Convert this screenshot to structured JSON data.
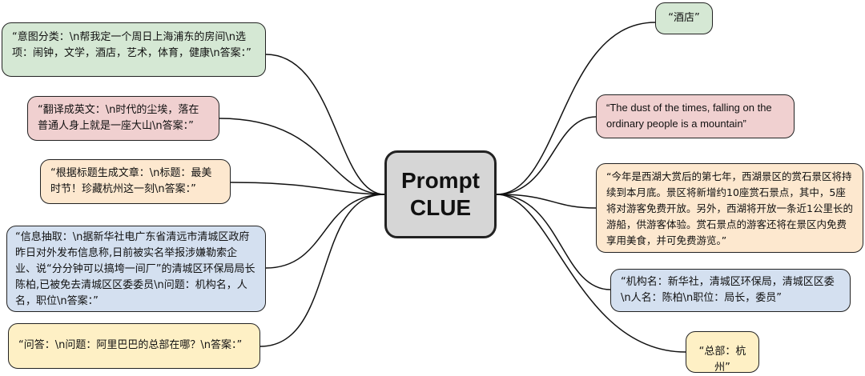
{
  "center": {
    "line1": "Prompt",
    "line2": "CLUE"
  },
  "prompts": [
    {
      "text": "“意图分类：\\n帮我定一个周日上海浦东的房间\\n选项：闹钟，文学，酒店，艺术，体育，健康\\n答案：”",
      "color": "#d5e8d4"
    },
    {
      "text": "“翻译成英文：\\n时代的尘埃，落在普通人身上就是一座大山\\n答案：”",
      "color": "#f0d0d0"
    },
    {
      "text": "“根据标题生成文章：\\n标题：最美时节！珍藏杭州这一刻\\n答案：”",
      "color": "#fde8cf"
    },
    {
      "text": "“信息抽取：\\n据新华社电广东省清远市清城区政府昨日对外发布信息称,日前被实名举报涉嫌勒索企业、说“分分钟可以搞垮一间厂”的清城区环保局局长陈柏,已被免去清城区区委委员\\n问题：机构名，人名，职位\\n答案：”",
      "color": "#d4e0f0"
    },
    {
      "text": "“问答：\\n问题：阿里巴巴的总部在哪？\\n答案：”",
      "color": "#fef0c5"
    }
  ],
  "answers": [
    {
      "text": "“酒店”",
      "color": "#d5e8d4"
    },
    {
      "text": "“The dust of the times, falling on the ordinary people is a mountain”",
      "color": "#f0d0d0"
    },
    {
      "text": "“今年是西湖大赏后的第七年，西湖景区的赏石景区将持续到本月底。景区将新增约10座赏石景点，其中，5座将对游客免费开放。另外，西湖将开放一条近1公里长的游船，供游客体验。赏石景点的游客还将在景区内免费享用美食，并可免费游览。”",
      "color": "#fde8cf"
    },
    {
      "text": "“机构名：新华社，清城区环保局，清城区区委\\n人名：陈柏\\n职位：局长，委员”",
      "color": "#d4e0f0"
    },
    {
      "text": "“总部：杭州”",
      "color": "#fef0c5"
    }
  ]
}
